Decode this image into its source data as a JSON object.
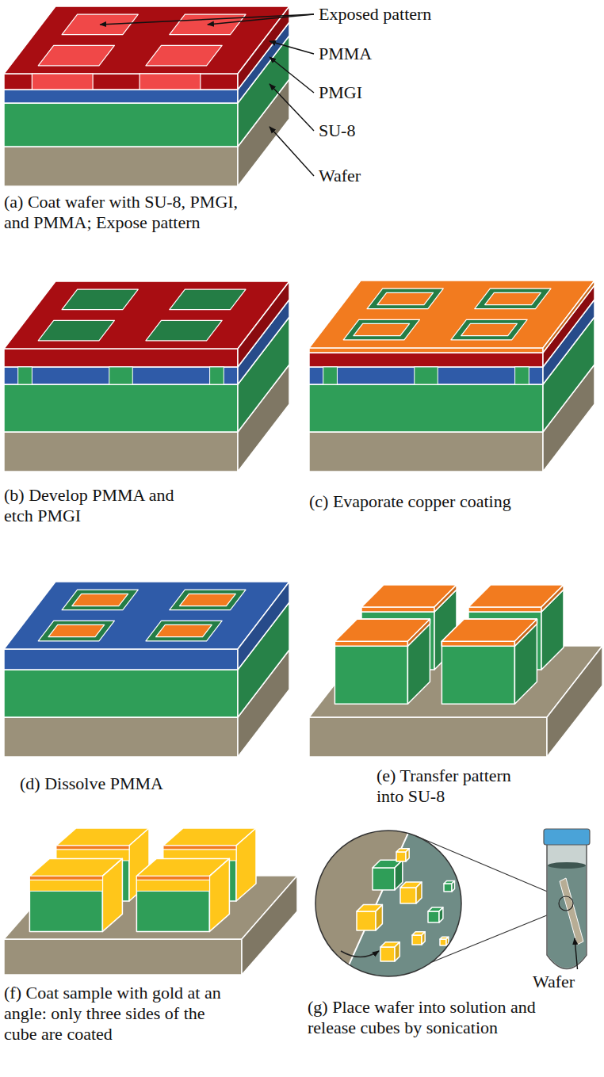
{
  "diagram": {
    "labels": [
      "Exposed pattern",
      "PMMA",
      "PMGI",
      "SU-8",
      "Wafer",
      "(a) Coat wafer with SU-8, PMGI, and PMMA; Expose pattern",
      "(b) Develop PMMA and etch PMGI",
      "(c) Evaporate copper coating",
      "(d) Dissolve PMMA",
      "(e) Transfer pattern into SU-8",
      "(f) Coat sample with gold at an angle: only three sides of the cube are coated",
      "Wafer",
      "(g) Place wafer into solution and release cubes by sonication"
    ]
  }
}
